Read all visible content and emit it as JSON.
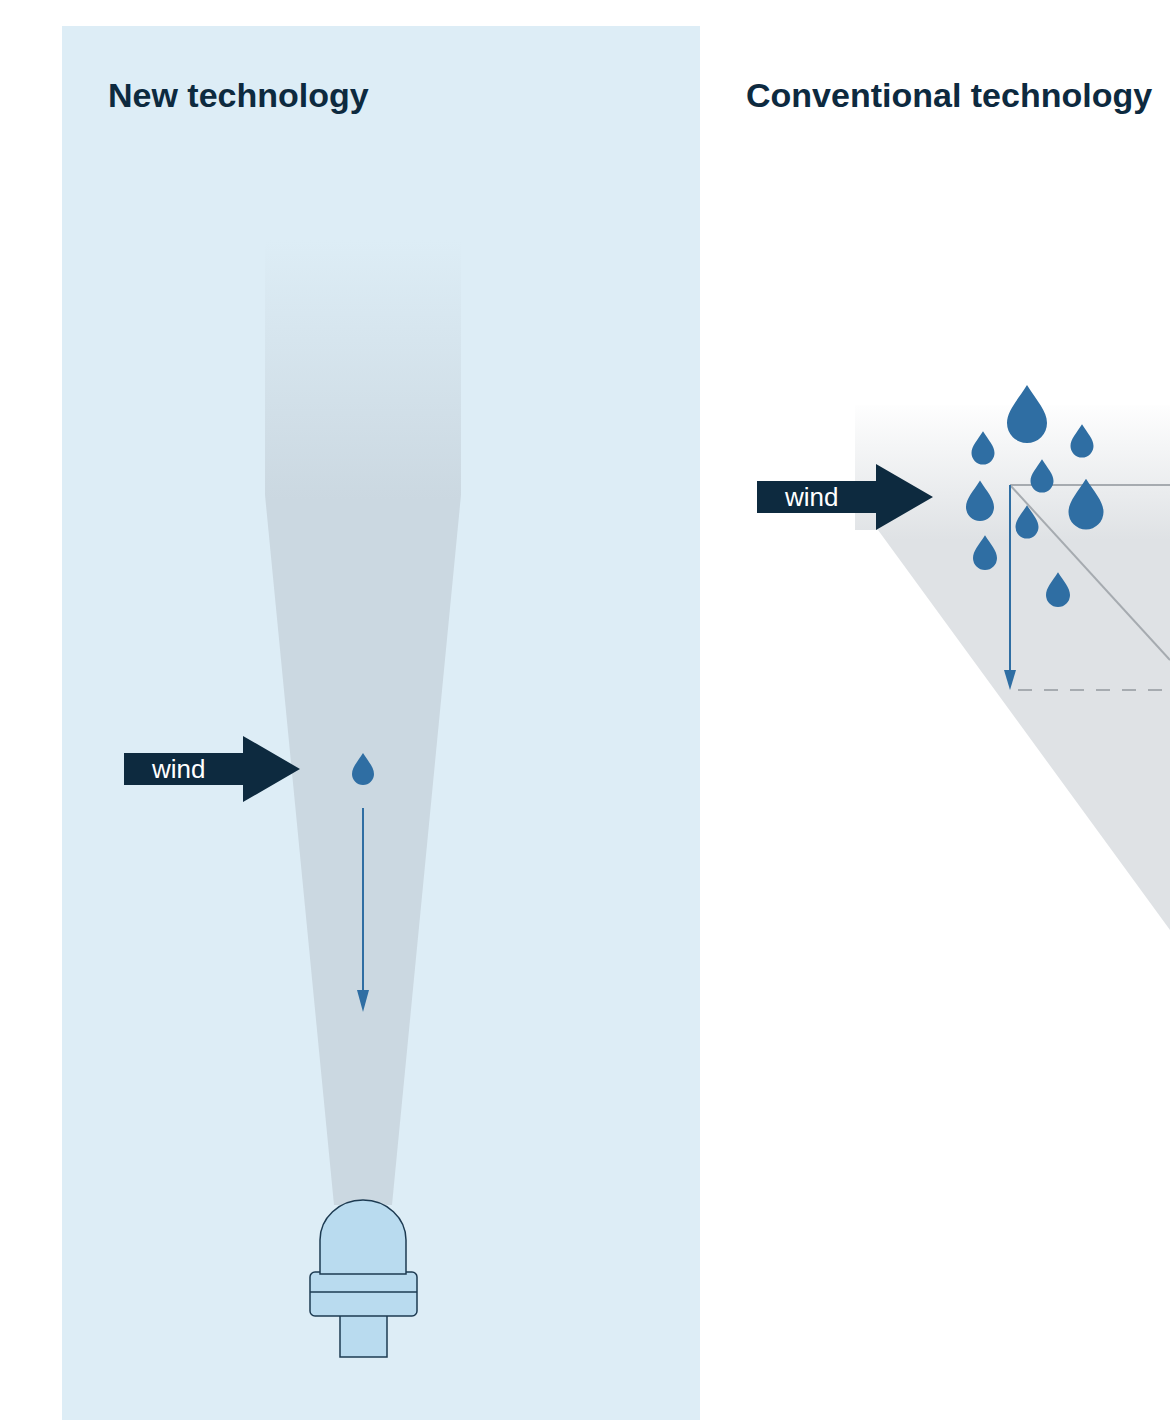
{
  "diagram": {
    "nodes": [
      {
        "text": [
          "New technology"
        ]
      },
      {
        "text": [
          "wind"
        ],
        "in": 0
      },
      {
        "text": [
          "wind"
        ]
      }
    ],
    "labels": [
      "Conventional technology"
    ]
  }
}
